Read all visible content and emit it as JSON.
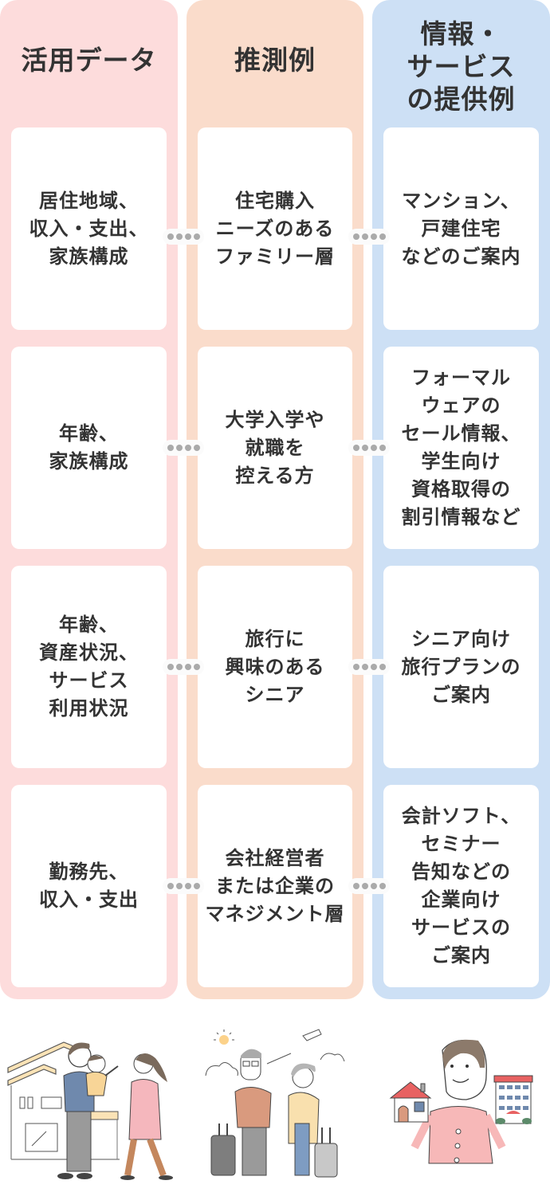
{
  "colors": {
    "data_column": "#fddcdc",
    "inference_column": "#fadccb",
    "service_column": "#cde0f5",
    "card": "#ffffff",
    "text": "#333333",
    "connector_dot": "#aaaaaa"
  },
  "columns": [
    {
      "title": "活用データ"
    },
    {
      "title": "推測例"
    },
    {
      "title": "情報・\nサービス\nの提供例"
    }
  ],
  "rows": [
    {
      "data": "居住地域、\n収入・支出、\n家族構成",
      "inference": "住宅購入\nニーズのある\nファミリー層",
      "service": "マンション、\n戸建住宅\nなどのご案内"
    },
    {
      "data": "年齢、\n家族構成",
      "inference": "大学入学や\n就職を\n控える方",
      "service": "フォーマル\nウェアの\nセール情報、\n学生向け\n資格取得の\n割引情報など"
    },
    {
      "data": "年齢、\n資産状況、\nサービス\n利用状況",
      "inference": "旅行に\n興味のある\nシニア",
      "service": "シニア向け\n旅行プランの\nご案内"
    },
    {
      "data": "勤務先、\n収入・支出",
      "inference": "会社経営者\nまたは企業の\nマネジメント層",
      "service": "会計ソフト、\nセミナー\n告知などの\n企業向け\nサービスの\nご案内"
    }
  ],
  "illustrations": [
    {
      "icon": "family-house-illustration"
    },
    {
      "icon": "senior-couple-travel-illustration"
    },
    {
      "icon": "man-holding-house-and-apartment-illustration"
    }
  ]
}
